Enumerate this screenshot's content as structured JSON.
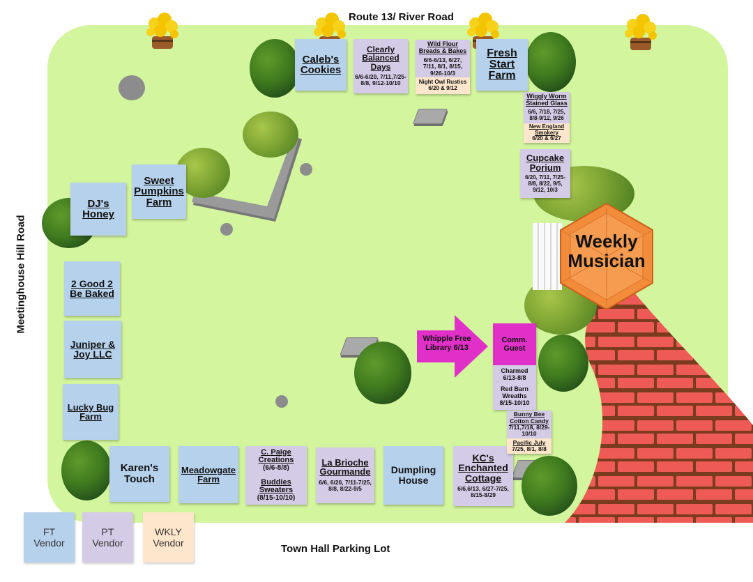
{
  "roads": {
    "top": "Route 13/ River Road",
    "left": "Meetinghouse Hill Road",
    "bottom": "Town Hall Parking Lot"
  },
  "stage": {
    "label": "Weekly Musician",
    "color": "#f28b3a"
  },
  "arrow": {
    "label": "Whipple Free Library 6/13",
    "color": "#e030c8"
  },
  "community_guest": "Comm. Guest",
  "colors": {
    "lawn": "#d3f59d",
    "ft": "#b6d1ec",
    "pt": "#d4cbe6",
    "wkly": "#fde6cc",
    "brick": "#ee5a55"
  },
  "vendors": {
    "calebs": "Caleb's Cookies",
    "clearly": {
      "name": "Clearly Balanced Days",
      "dates": "6/6-6/20, 7/11,7/25-8/8, 9/12-10/10"
    },
    "wildflour": {
      "name": "Wild Flour Breads & Bakes",
      "dates": "6/6-6/13, 6/27, 7/11, 8/1, 8/15, 9/26-10/3"
    },
    "nightowl": {
      "name": "Night Owl Rustics",
      "dates": "6/20 & 9/12"
    },
    "freshstart": "Fresh Start Farm",
    "wiggly": {
      "name": "Wiggly Worm Stained Glass",
      "dates": "6/6, 7/18, 7/25, 8/8-9/12, 9/26"
    },
    "newengland": {
      "name": "New England Smokery",
      "dates": "6/20 & 6/27"
    },
    "cupcake": {
      "name": "Cupcake Porium",
      "dates": "6/20, 7/11, 7/25-8/8, 8/22, 9/5, 9/12, 10/3"
    },
    "sweetpumpkins": "Sweet Pumpkins Farm",
    "djs": "DJ's Honey",
    "twogood": "2 Good 2 Be Baked",
    "juniper": "Juniper & Joy LLC",
    "luckybug": "Lucky Bug Farm",
    "karens": "Karen's Touch",
    "meadowgate": "Meadowgate Farm",
    "cpaige": {
      "name": "C. Paige Creations",
      "dates": "(6/6-8/8)"
    },
    "buddies": {
      "name": "Buddies Sweaters",
      "dates": "(8/15-10/10)"
    },
    "labrioche": {
      "name": "La Brioche Gourmande",
      "dates": "6/6, 6/20, 7/11-7/25, 8/8, 8/22-9/5"
    },
    "dumpling": "Dumpling House",
    "kcs": {
      "name": "KC's Enchanted Cottage",
      "dates": "6/6,6/13, 6/27-7/25, 8/15-8/29"
    },
    "charmed": {
      "name": "Charmed",
      "dates": "6/13-8/8"
    },
    "redbarn": {
      "name": "Red Barn Wreaths",
      "dates": "8/15-10/10"
    },
    "bunnybee": {
      "name": "Bunny Bee Cotton Candy",
      "dates": "7/11,7/18, 8/29-10/10"
    },
    "pacificjuly": {
      "name": "Pacific July",
      "dates": "7/25, 8/1, 8/8"
    }
  },
  "legend": {
    "ft": [
      "FT",
      "Vendor"
    ],
    "pt": [
      "PT",
      "Vendor"
    ],
    "wkly": [
      "WKLY",
      "Vendor"
    ]
  }
}
